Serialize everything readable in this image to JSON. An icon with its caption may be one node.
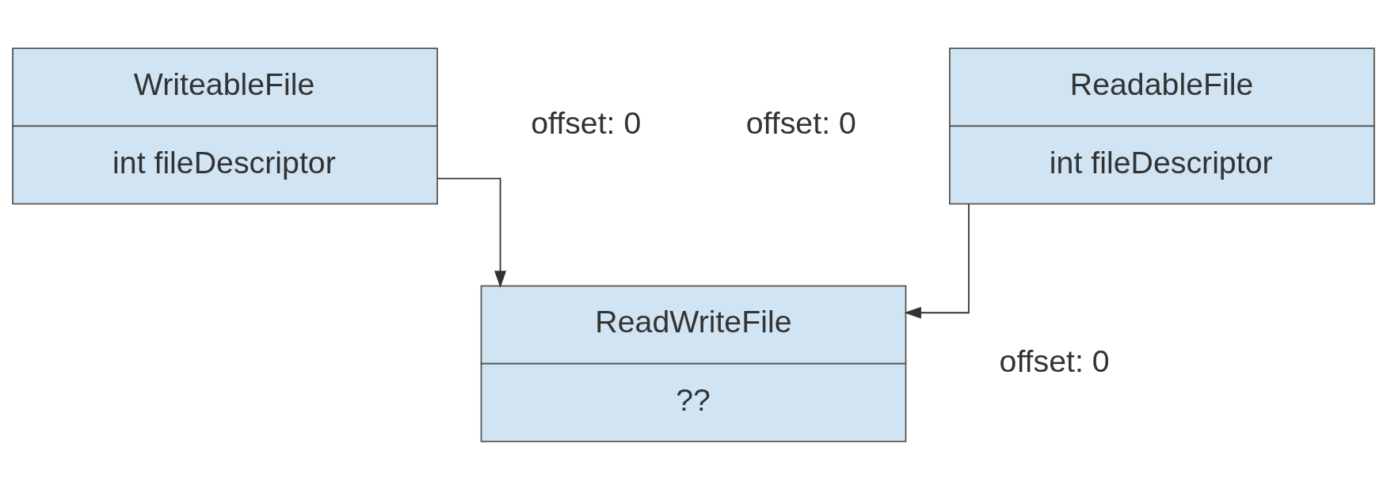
{
  "diagram": {
    "nodes": [
      {
        "text": [
          "ReadableFile",
          "int fileDescriptor"
        ],
        "beside": [
          "offset: 0"
        ]
      },
      {
        "text": [
          "WriteableFile",
          "int fileDescriptor"
        ],
        "beside": [
          "offset: 0"
        ]
      },
      {
        "text": [
          "ReadWriteFile",
          "??"
        ],
        "beside": [
          "offset: 0"
        ]
      }
    ],
    "edges": [
      {
        "from": 0,
        "to": 2,
        "arrow": "to"
      },
      {
        "from": 1,
        "to": 2,
        "arrow": "to"
      }
    ]
  }
}
